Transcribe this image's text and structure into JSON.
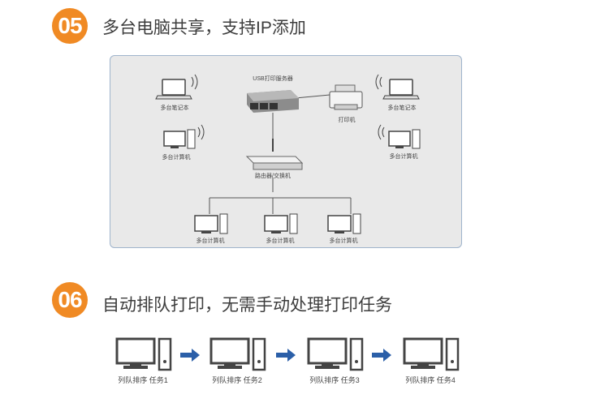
{
  "section05": {
    "number": "05",
    "title": "多台电脑共享，支持IP添加",
    "diagram": {
      "server_label": "USB打印服务器",
      "printer_label": "打印机",
      "router_label": "路由器/交换机",
      "laptop_left_label": "多台笔记本",
      "laptop_right_label": "多台笔记本",
      "pc_left_label": "多台计算机",
      "pc_right_label": "多台计算机",
      "bottom_pcs": [
        "多台计算机",
        "多台计算机",
        "多台计算机"
      ]
    }
  },
  "section06": {
    "number": "06",
    "title": "自动排队打印，无需手动处理打印任务",
    "queue": [
      "列队排序 任务1",
      "列队排序 任务2",
      "列队排序 任务3",
      "列队排序 任务4"
    ]
  },
  "colors": {
    "accent_orange": "#f08a24",
    "arrow_blue": "#2b5fa8",
    "frame_border": "#9fb4cc"
  }
}
